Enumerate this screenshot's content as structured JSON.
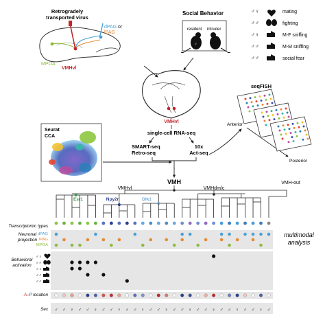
{
  "virus": {
    "title_line1": "Retrogradely",
    "title_line2": "transported virus",
    "dpag": "dPAG",
    "or": "or",
    "lpag": "lPAG",
    "mpoa": "MPOA",
    "vmhvl": "VMHvl"
  },
  "social": {
    "title": "Social Behavior",
    "resident": "resident",
    "intruder": "intruder"
  },
  "behaviors": [
    "mating",
    "fighting",
    "M-F sniffing",
    "M-M sniffing",
    "social fear"
  ],
  "section": {
    "vmhvl": "VMHvl",
    "single_cell": "single-cell RNA-seq"
  },
  "methods": {
    "smart_seq": "SMART-seq",
    "retro_seq": "Retro-seq",
    "tenx": "10x",
    "act_seq": "Act-seq"
  },
  "seurat": {
    "line1": "Seurat",
    "line2": "CCA"
  },
  "seqfish": {
    "title": "seqFISH",
    "anterior": "Anterior",
    "posterior": "Posterior"
  },
  "tree": {
    "vmh": "VMH",
    "vmhvl": "VMHvl",
    "vmhdmc": "VMHdm/c",
    "vmh_out": "VMH-out",
    "esr1": "Esr1",
    "npy2r": "Npy2r",
    "dlk1": "Dlk1"
  },
  "rows": {
    "transcriptomic": "Transcriptomic types",
    "neuronal_line1": "Neuronal",
    "neuronal_line2": "projection",
    "proj_dpag": "dPAG",
    "proj_lpag": "lPAG",
    "proj_mpoa": "MPOA",
    "behavioral_line1": "Behavioral",
    "behavioral_line2": "activation",
    "ap_a": "A",
    "ap_sep": "–",
    "ap_p": "P",
    "ap_rest": " location",
    "sex": "Sex",
    "multimodal_line1": "multimodal",
    "multimodal_line2": "analysis"
  },
  "colors": {
    "red": "#c0282d",
    "dpag": "#4a9fd8",
    "lpag": "#e58b36",
    "mpoa": "#8dbb3c",
    "esr1": "#3a9a48",
    "npy2r": "#2b3f8c",
    "dlk1": "#6aa9dc",
    "panel": "#e6e6e6"
  },
  "icons": {
    "sex_pair": "male-female-symbol",
    "heart": "heart-icon",
    "fight": "fighting-mice-icon",
    "sniff": "mouse-icon"
  }
}
